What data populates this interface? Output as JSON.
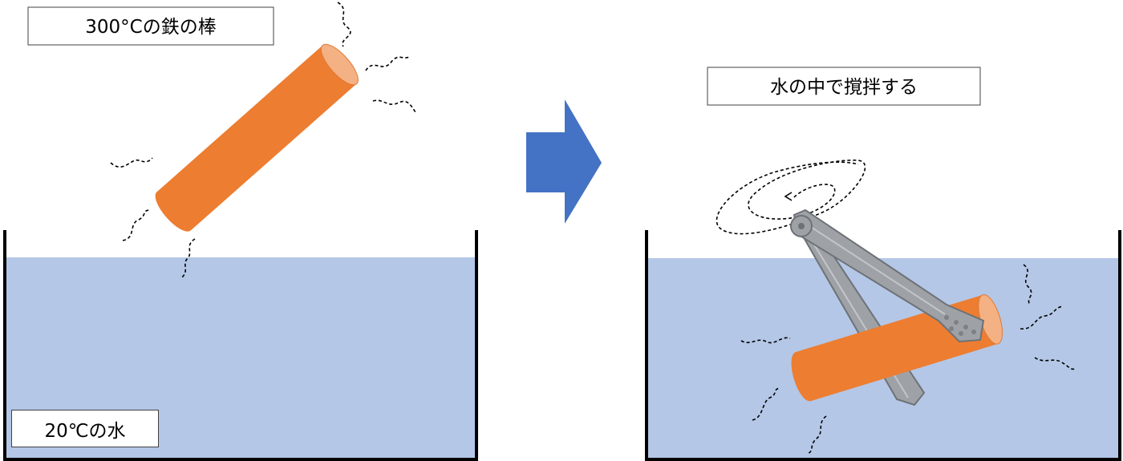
{
  "labels": {
    "rod_label": "300°Cの鉄の棒",
    "water_label": "20℃の水",
    "stir_label": "水の中で撹拌する"
  },
  "colors": {
    "water": "#b4c7e7",
    "rod": "#ed7d31",
    "rod_end": "#f4b183",
    "arrow": "#4472c4",
    "tongs": "#9ea2a6",
    "container": "#000000"
  },
  "icons": {
    "arrow": "right-arrow-icon",
    "tongs": "tongs-icon",
    "swirl": "stirring-swirl-icon"
  }
}
